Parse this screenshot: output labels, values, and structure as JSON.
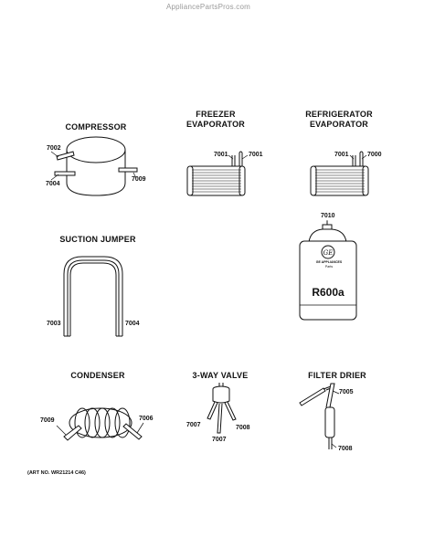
{
  "watermark": "AppliancePartsPros.com",
  "parts": {
    "compressor": {
      "title": "COMPRESSOR",
      "refs": [
        "7002",
        "7004",
        "7009"
      ]
    },
    "freezer_evaporator": {
      "title_line1": "FREEZER",
      "title_line2": "EVAPORATOR",
      "refs": [
        "7001",
        "7001"
      ]
    },
    "refrigerator_evaporator": {
      "title_line1": "REFRIGERATOR",
      "title_line2": "EVAPORATOR",
      "refs": [
        "7001",
        "7000"
      ]
    },
    "suction_jumper": {
      "title": "SUCTION JUMPER",
      "refs": [
        "7003",
        "7004"
      ]
    },
    "refrigerant_can": {
      "ref": "7010",
      "brand_line1": "GE APPLIANCES",
      "brand_line2": "Parts",
      "product": "R600a"
    },
    "condenser": {
      "title": "CONDENSER",
      "refs": [
        "7009",
        "7006"
      ]
    },
    "three_way_valve": {
      "title": "3-WAY VALVE",
      "refs": [
        "7007",
        "7008",
        "7007"
      ]
    },
    "filter_drier": {
      "title": "FILTER DRIER",
      "refs": [
        "7005",
        "7008"
      ]
    }
  },
  "art_number": "(ART NO. WR21214 C46)"
}
